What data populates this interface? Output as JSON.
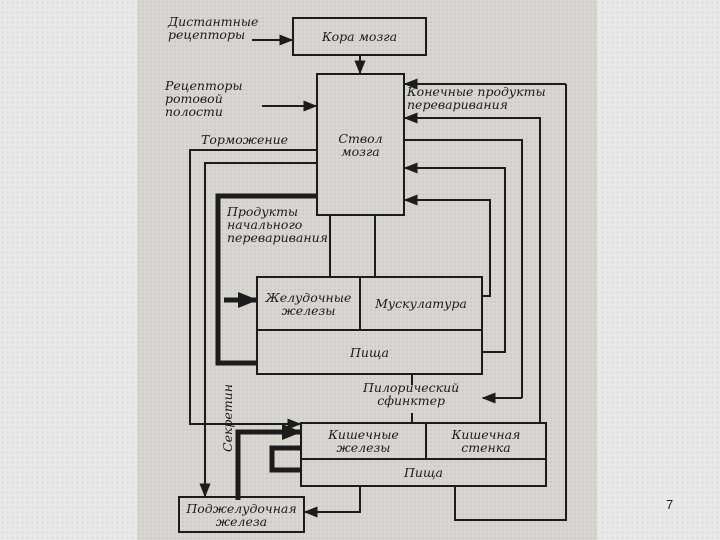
{
  "labels": {
    "distant_receptors": "Дистантные\nрецепторы",
    "oral_receptors": "Рецепторы\nротовой\nполости",
    "inhibition": "Торможение",
    "final_products": "Конечные продукты\nпереваривания",
    "initial_products": "Продукты\nначального\nпереваривания",
    "pyloric_sphincter": "Пилорический\nсфинктер",
    "secretin": "Секретин"
  },
  "boxes": {
    "cortex": "Кора мозга",
    "brainstem": "Ствол\nмозга",
    "gastric_glands": "Желудочные\nжелезы",
    "musculature": "Мускулатура",
    "food_stomach": "Пища",
    "intestinal_glands": "Кишечные\nжелезы",
    "intestinal_wall": "Кишечная\nстенка",
    "food_intestine": "Пища",
    "pancreas": "Поджелудочная\nжелеза"
  },
  "page_number": "7"
}
